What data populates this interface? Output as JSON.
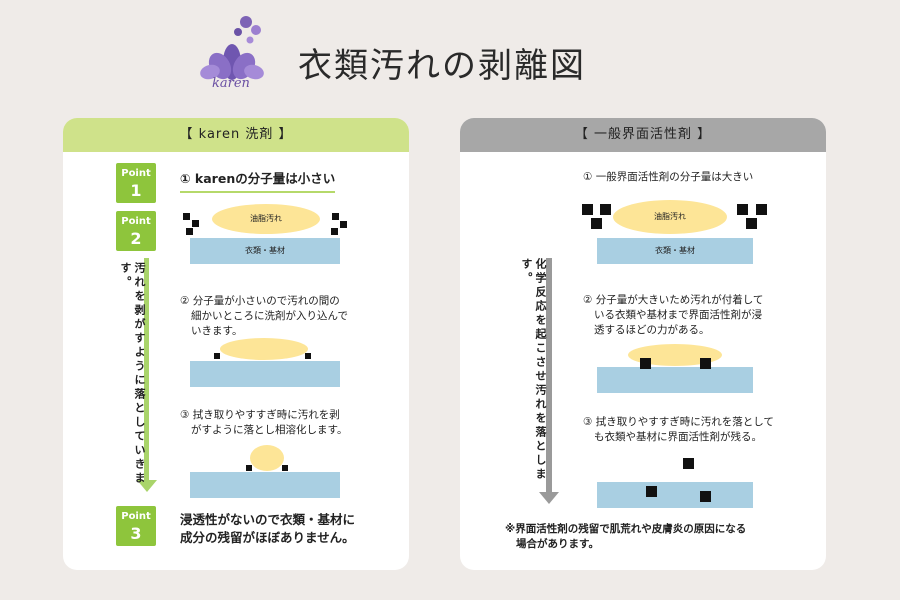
{
  "header": {
    "title": "衣類汚れの剥離図",
    "logo_text": "karen"
  },
  "left_panel": {
    "heading": "【 karen 洗剤 】",
    "point_label": "Point",
    "point1_num": "1",
    "point2_num": "2",
    "point3_num": "3",
    "point1_text": "① karenの分子量は小さい",
    "oil_label": "油脂汚れ",
    "base_label": "衣類・基材",
    "arrow_text": "汚れを剥がすように落としていきます。",
    "step2_text_1": "② 分子量が小さいので汚れの間の",
    "step2_text_2": "細かいところに洗剤が入り込んで",
    "step2_text_3": "いきます。",
    "step3_text_1": "③ 拭き取りやすすぎ時に汚れを剥",
    "step3_text_2": "がすように落とし相溶化します。",
    "point3_text_1": "浸透性がないので衣類・基材に",
    "point3_text_2": "成分の残留がほぼありません。"
  },
  "right_panel": {
    "heading": "【 一般界面活性剤 】",
    "step1_text": "① 一般界面活性剤の分子量は大きい",
    "oil_label": "油脂汚れ",
    "base_label": "衣類・基材",
    "arrow_text": "化学反応を起こさせ汚れを落とします。",
    "step2_text_1": "② 分子量が大きいため汚れが付着して",
    "step2_text_2": "いる衣類や基材まで界面活性剤が浸",
    "step2_text_3": "透するほどの力がある。",
    "step3_text_1": "③ 拭き取りやすすぎ時に汚れを落として",
    "step3_text_2": "も衣類や基材に界面活性剤が残る。",
    "note_1": "※界面活性剤の残留で肌荒れや皮膚炎の原因になる",
    "note_2": "場合があります。"
  },
  "colors": {
    "green_accent": "#8ec53c",
    "green_header": "#cfe28a",
    "gray_header": "#a7a7a7",
    "oil": "#fde597",
    "base": "#a9cfe2",
    "molecule": "#111111"
  }
}
